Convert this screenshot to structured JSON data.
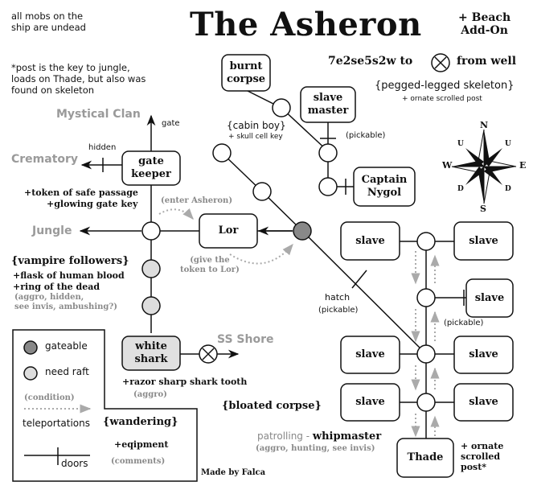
{
  "title": "The Asheron",
  "addon": [
    "+ Beach",
    "Add-On"
  ],
  "route": {
    "text": "7e2se5s2w to",
    "suffix": "from well"
  },
  "notes": {
    "undead": "all mobs on the ship are undead",
    "post": "*post is the key to jungle, loads on Thade, but also was found on skeleton"
  },
  "exits": {
    "mystical": "Mystical Clan",
    "gate": "gate",
    "crematory": "Crematory",
    "hidden": "hidden",
    "jungle": "Jungle",
    "ss_shore": "SS Shore"
  },
  "rooms": {
    "burnt_corpse": [
      "burnt",
      "corpse"
    ],
    "slave_master": [
      "slave",
      "master"
    ],
    "gate_keeper": [
      "gate",
      "keeper"
    ],
    "captain": [
      "Captain",
      "Nygol"
    ],
    "lor": "Lor",
    "white_shark": [
      "white",
      "shark"
    ],
    "slave": "slave",
    "thade": "Thade"
  },
  "labels": {
    "pickable": "(pickable)",
    "cabin_boy": "{cabin boy}",
    "skull_key": "+ skull cell key",
    "pegged": "{pegged-legged skeleton}",
    "ornate_post": "+ ornate scrolled post",
    "token": "+token of safe passage",
    "gate_key": "+glowing gate key",
    "enter": "(enter Asheron)",
    "give": [
      "(give the",
      "token to Lor)"
    ],
    "vampire": "{vampire followers}",
    "flask": "+flask of human blood",
    "ring": "+ring of the dead",
    "vamp_comment": [
      "(aggro, hidden,",
      "see invis, ambushing?)"
    ],
    "hatch": "hatch",
    "shark_tooth": "+razor sharp shark tooth",
    "aggro": "(aggro)",
    "bloated": "{bloated corpse}",
    "patrolling": "patrolling - ",
    "whipmaster": "whipmaster",
    "whip_comment": "(aggro, hunting, see invis)",
    "thade_post": [
      "+ ornate",
      "scrolled",
      "post*"
    ],
    "made_by": "Made by Falca"
  },
  "compass": {
    "n": "N",
    "s": "S",
    "e": "E",
    "w": "W",
    "nw": "U",
    "ne": "U",
    "sw": "D",
    "se": "D"
  },
  "legend": {
    "gateable": "gateable",
    "need_raft": "need raft",
    "condition": "(condition)",
    "teleportations": "teleportations",
    "wandering": "{wandering}",
    "equipment": "+eqipment",
    "comments": "(comments)",
    "doors": "doors"
  }
}
